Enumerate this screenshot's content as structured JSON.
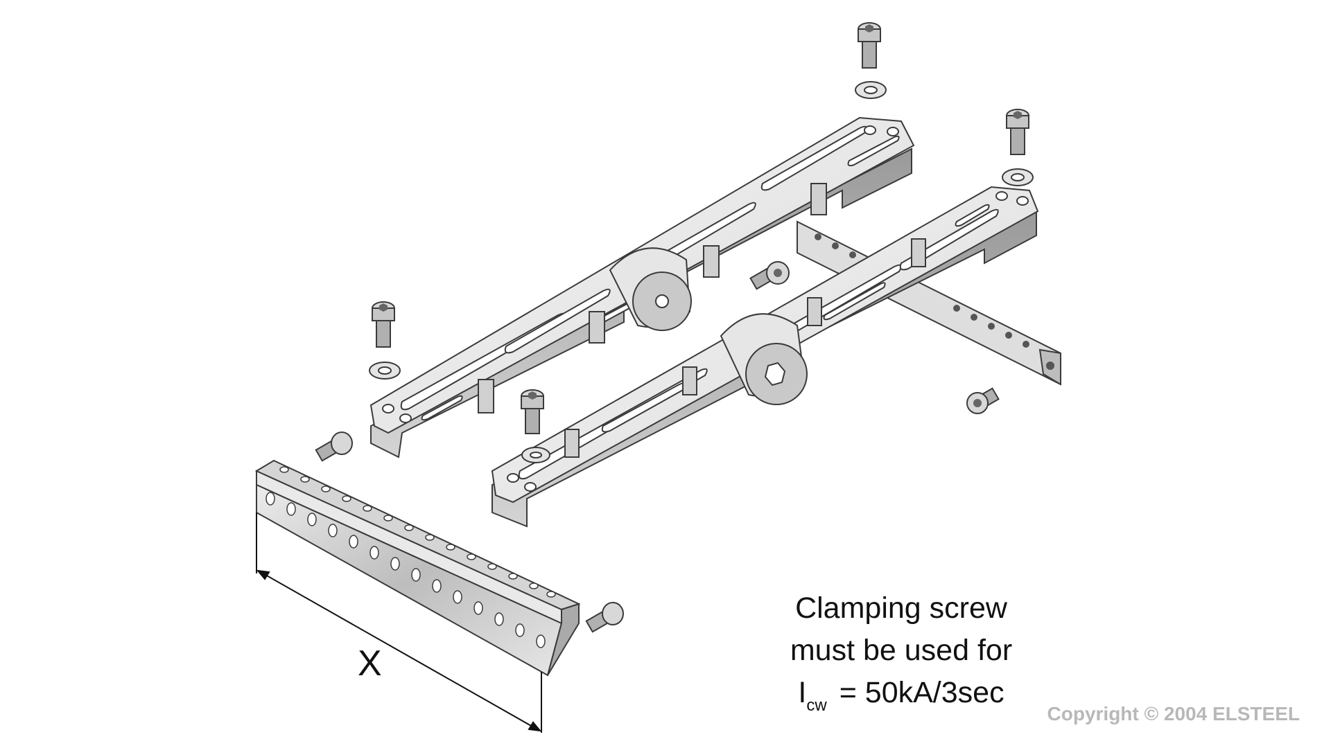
{
  "diagram": {
    "dimension_label": "X",
    "note": {
      "line1": "Clamping screw",
      "line2": "must be used for",
      "symbol": "I",
      "symbol_subscript": "cw",
      "value": "= 50kA/3sec"
    },
    "copyright": "Copyright © 2004 ELSTEEL"
  },
  "colors": {
    "part_fill": "#f2f2f2",
    "part_shade": "#c8c8c8",
    "part_dark": "#8c8c8c",
    "outline": "#3a3a3a"
  }
}
